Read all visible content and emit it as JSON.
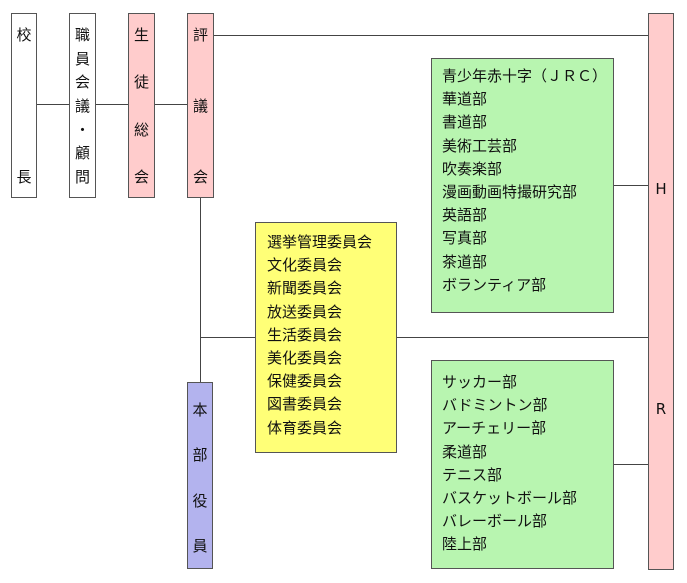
{
  "principal": {
    "chars": [
      "校",
      "長"
    ]
  },
  "staff_council": {
    "chars": [
      "職",
      "員",
      "会",
      "議",
      "・",
      "顧",
      "問"
    ]
  },
  "general_assembly": {
    "chars": [
      "生",
      "徒",
      "総",
      "会"
    ]
  },
  "council": {
    "chars": [
      "評",
      "議",
      "会"
    ]
  },
  "executive": {
    "chars": [
      "本",
      "部",
      "役",
      "員"
    ]
  },
  "hr": {
    "chars": [
      "H",
      "R"
    ]
  },
  "committees": [
    "選挙管理委員会",
    "文化委員会",
    "新聞委員会",
    "放送委員会",
    "生活委員会",
    "美化委員会",
    "保健委員会",
    "図書委員会",
    "体育委員会"
  ],
  "culture_clubs": [
    "青少年赤十字（ＪＲＣ）",
    "華道部",
    "書道部",
    "美術工芸部",
    "吹奏楽部",
    "漫画動画特撮研究部",
    "英語部",
    "写真部",
    "茶道部",
    "ボランティア部"
  ],
  "sports_clubs": [
    "サッカー部",
    "バドミントン部",
    "アーチェリー部",
    "柔道部",
    "テニス部",
    "バスケットボール部",
    "バレーボール部",
    "陸上部"
  ],
  "colors": {
    "pink": "#ffcccc",
    "purple": "#b3b3ee",
    "yellow": "#ffff77",
    "green": "#b8f5b0"
  }
}
